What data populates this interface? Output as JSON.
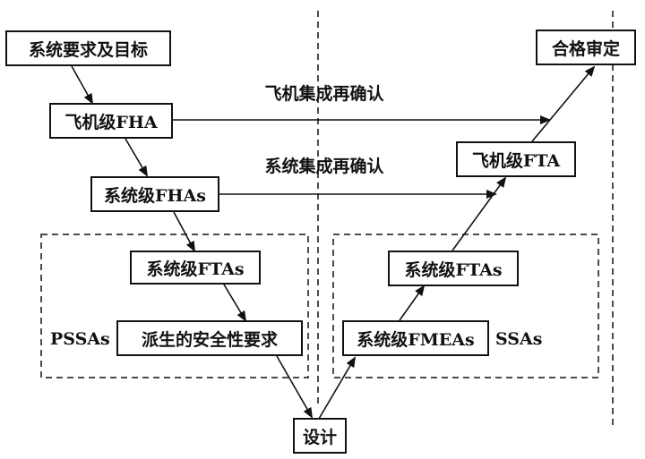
{
  "nodes": {
    "system_requirements": "系统要求及目标",
    "aircraft_fha": "飞机级FHA",
    "system_fhas": "系统级FHAs",
    "pssa_ftas": "系统级FTAs",
    "derived_safety_requirements": "派生的安全性要求",
    "design": "设计",
    "ssa_fmeas": "系统级FMEAs",
    "ssa_ftas": "系统级FTAs",
    "aircraft_fta": "飞机级FTA",
    "certification": "合格审定"
  },
  "labels": {
    "aircraft_integration_reconfirm": "飞机集成再确认",
    "system_integration_reconfirm": "系统集成再确认",
    "pssas": "PSSAs",
    "ssas": "SSAs"
  },
  "colors": {
    "line": "#111111",
    "box_border": "#111111",
    "background": "#ffffff"
  }
}
